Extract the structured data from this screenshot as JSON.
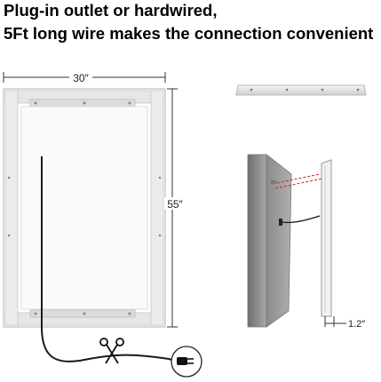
{
  "header": {
    "line1": "Plug-in outlet or hardwired,",
    "line2": "5Ft long wire makes the connection convenient"
  },
  "dimensions": {
    "width_label": "30″",
    "height_label": "55″",
    "depth_label": "1.2″"
  },
  "icons": {
    "cut": "scissors-icon",
    "plug": "power-plug-icon"
  },
  "colors": {
    "frame": "#cfcfcf",
    "wall": "#9a9a9a",
    "wire": "#1a1a1a",
    "mount_line": "#cc2222"
  }
}
